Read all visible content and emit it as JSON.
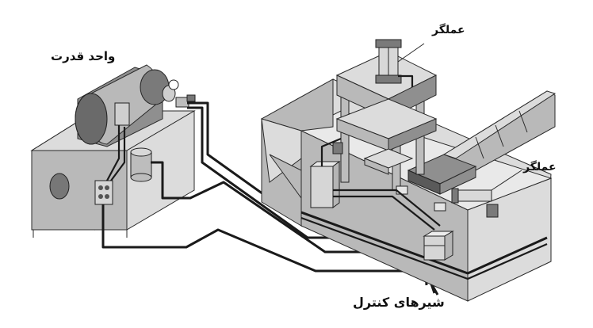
{
  "labels": {
    "power_unit": "واحد قدرت",
    "actuator_top": "عملگر",
    "actuator_right": "عملگر",
    "control_valves": "شیرهای کنترل"
  },
  "colors": {
    "background": "#ffffff",
    "light_gray": "#dcdcdc",
    "mid_gray": "#b9b9b9",
    "dark_gray": "#8f8f8f",
    "pipe": "#1a1a1a"
  }
}
